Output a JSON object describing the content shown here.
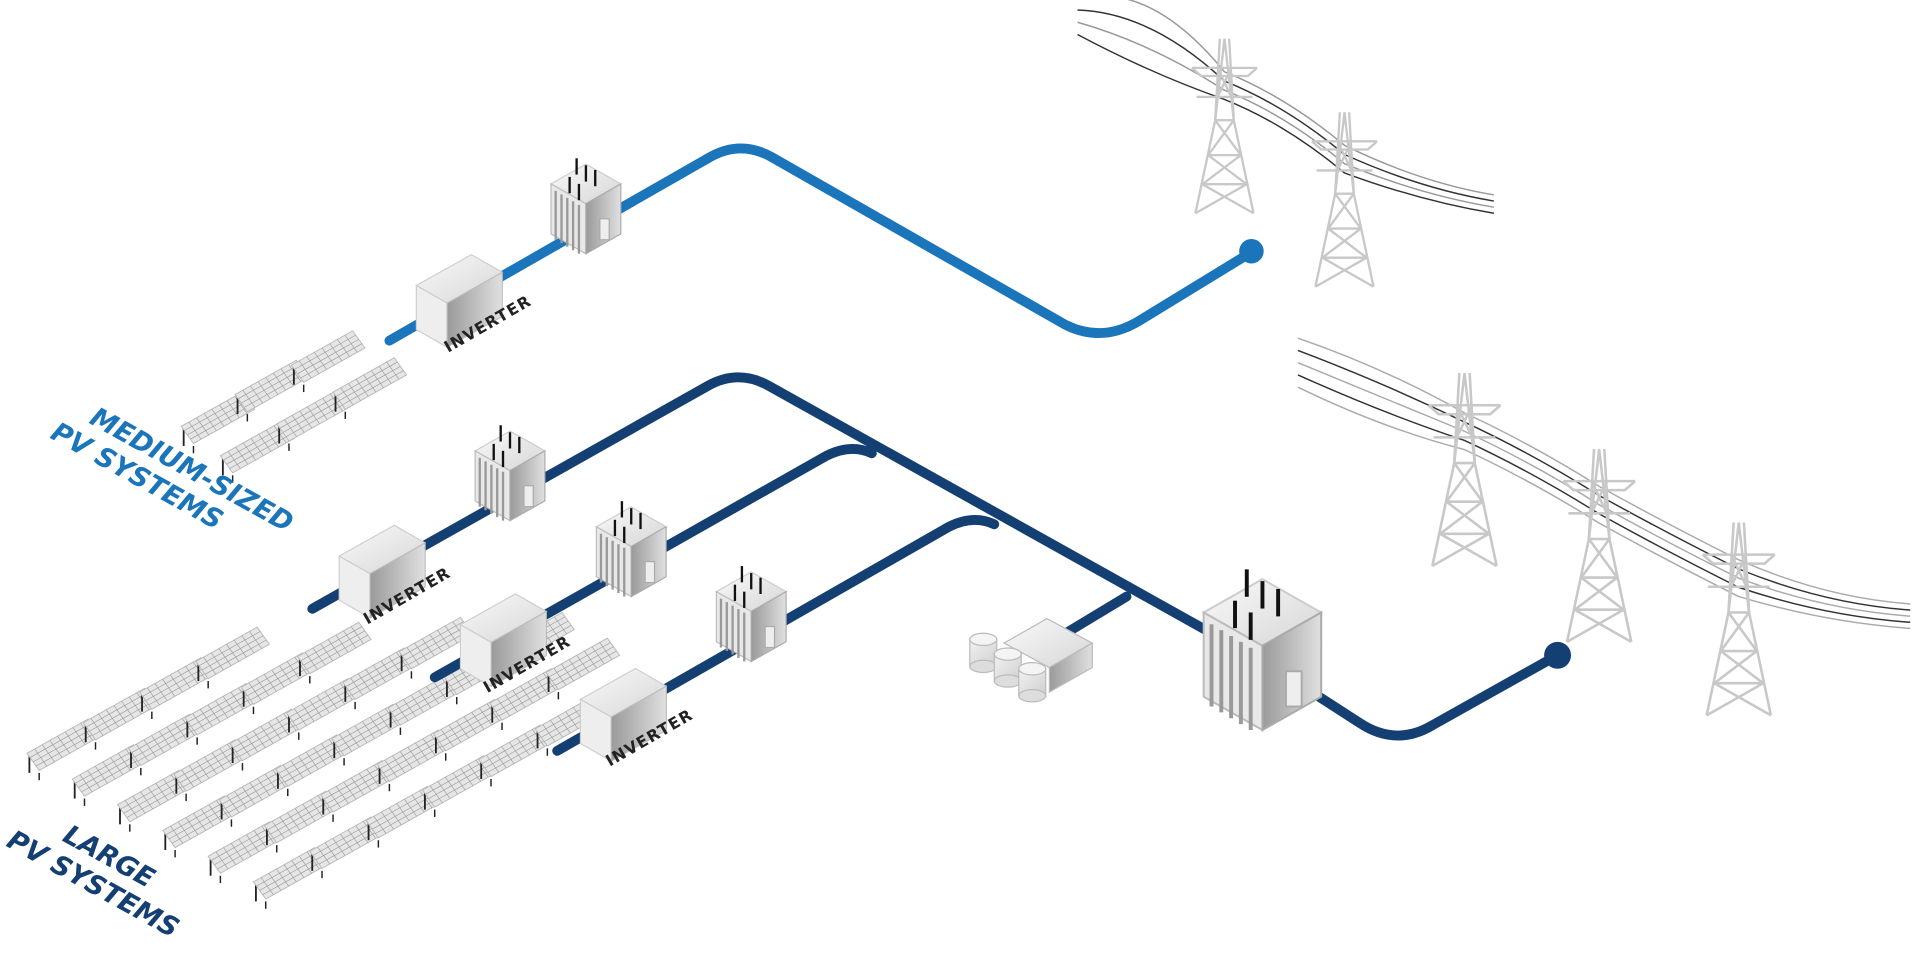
{
  "labels": {
    "medium_line1": "MEDIUM-SIZED",
    "medium_line2": "PV SYSTEMS",
    "large_line1": "LARGE",
    "large_line2": "PV SYSTEMS",
    "inverter": "INVERTER"
  },
  "colors": {
    "medium_line": "#1a75bb",
    "large_line": "#143f73",
    "equipment": "#d9d9d9"
  },
  "icons": [
    "solar-panel-icon",
    "inverter-icon",
    "transformer-icon",
    "storage-tank-icon",
    "transmission-tower-icon",
    "grid-connection-dot-icon"
  ]
}
